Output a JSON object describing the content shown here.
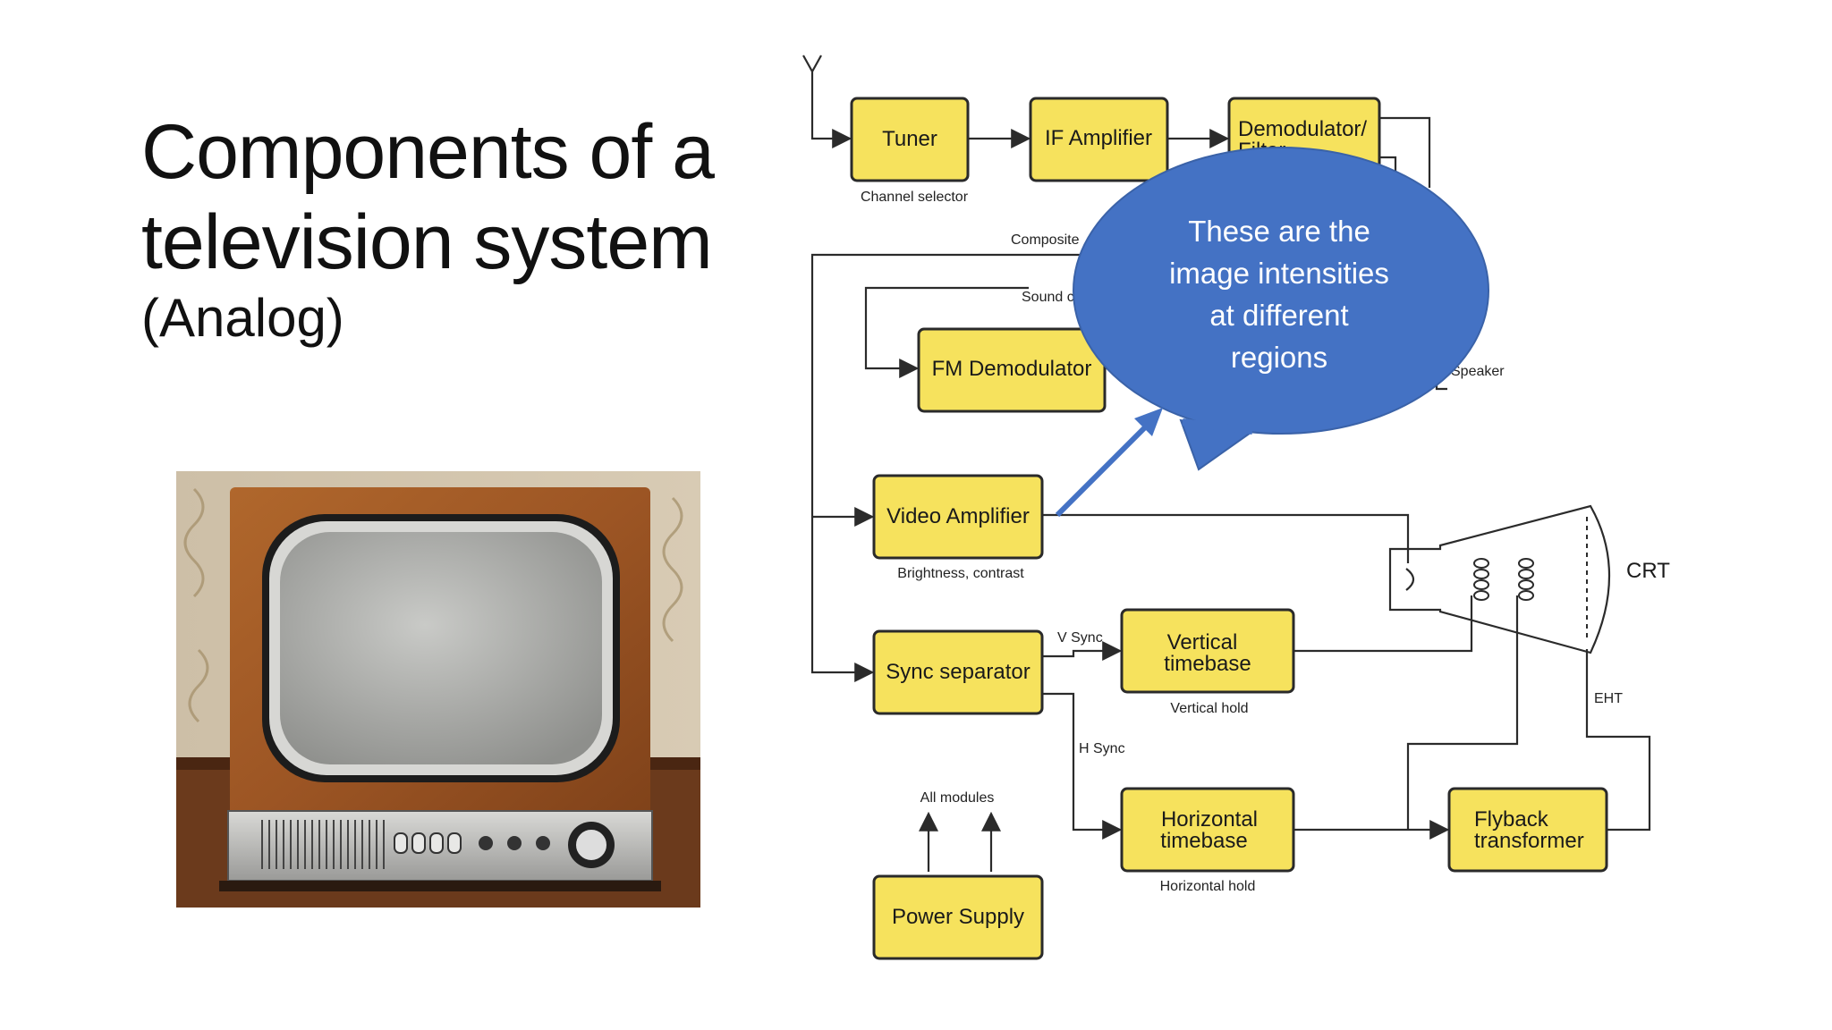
{
  "slide": {
    "title_line1": "Components of a",
    "title_line2": "television system",
    "title_line3": "(Analog)"
  },
  "diagram": {
    "blocks": {
      "tuner": "Tuner",
      "if_amp": "IF Amplifier",
      "demod_l1": "Demodulator/",
      "demod_l2": "Filter",
      "fm_demod": "FM Demodulator",
      "video_amp": "Video Amplifier",
      "sync_sep": "Sync separator",
      "vert_l1": "Vertical",
      "vert_l2": "timebase",
      "horiz_l1": "Horizontal",
      "horiz_l2": "timebase",
      "flyback_l1": "Flyback",
      "flyback_l2": "transformer",
      "power": "Power Supply"
    },
    "labels": {
      "channel_selector": "Channel selector",
      "composite": "Composite",
      "sound": "Sound c",
      "speaker": "Speaker",
      "brightness": "Brightness, contrast",
      "crt": "CRT",
      "v_sync": "V Sync",
      "h_sync": "H Sync",
      "vertical_hold": "Vertical hold",
      "horizontal_hold": "Horizontal hold",
      "eht": "EHT",
      "all_modules": "All modules"
    },
    "callout": {
      "line1": "These are the",
      "line2": "image intensities",
      "line3": "at different",
      "line4": "regions",
      "color": "#4472c4"
    },
    "block_color": "#f6e25d"
  }
}
